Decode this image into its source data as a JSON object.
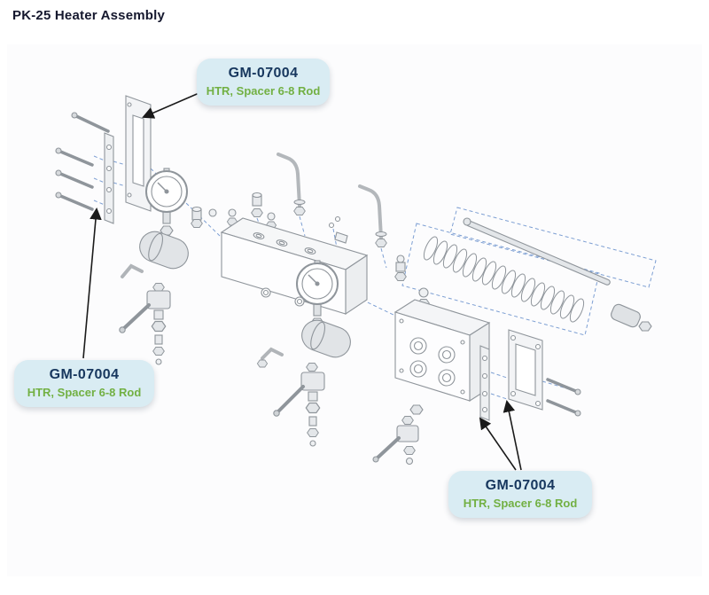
{
  "page": {
    "title": "PK-25 Heater Assembly"
  },
  "colors": {
    "badge_background": "#d9ecf3",
    "part_number_text": "#17375e",
    "description_text": "#72b043",
    "drawing_line": "#8f959b",
    "guide_dash_blue": "#7d9fd3",
    "arrow": "#1a1a1a"
  },
  "callouts": [
    {
      "id": "top",
      "part_number": "GM-07004",
      "description": "HTR, Spacer 6-8 Rod"
    },
    {
      "id": "left",
      "part_number": "GM-07004",
      "description": "HTR, Spacer 6-8 Rod"
    },
    {
      "id": "bottom-right",
      "part_number": "GM-07004",
      "description": "HTR, Spacer 6-8 Rod"
    }
  ],
  "diagram": {
    "name": "PK-25 heater assembly exploded view"
  }
}
